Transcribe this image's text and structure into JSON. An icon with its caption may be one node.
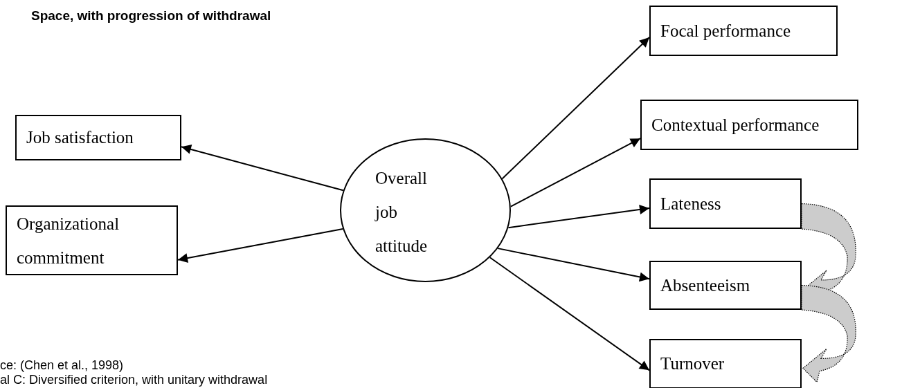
{
  "diagram": {
    "title": "Space, with progression of withdrawal",
    "nodes": [
      {
        "text": [
          "Focal performance"
        ]
      },
      {
        "text": [
          "Contextual performance"
        ]
      },
      {
        "text": [
          "Job satisfaction"
        ]
      },
      {
        "text": [
          "Overall job attitude"
        ]
      },
      {
        "text": [
          "Organizational commitment"
        ]
      },
      {
        "text": [
          "Lateness"
        ]
      },
      {
        "text": [
          "Absenteeism"
        ]
      },
      {
        "text": [
          "Turnover"
        ]
      }
    ],
    "edges": [
      {
        "from": 3,
        "to": 0,
        "arrow": "to"
      },
      {
        "from": 3,
        "to": 1,
        "arrow": "to"
      },
      {
        "from": 3,
        "to": 2,
        "arrow": "to"
      },
      {
        "from": 3,
        "to": 5,
        "arrow": "to"
      },
      {
        "from": 3,
        "to": 4,
        "arrow": "to"
      },
      {
        "from": 3,
        "to": 6,
        "arrow": "to"
      },
      {
        "from": 3,
        "to": 7,
        "arrow": "to"
      },
      {
        "from": 5,
        "to": 6,
        "arrow": "to",
        "style": "dashed",
        "color": "#cccccc"
      },
      {
        "from": 6,
        "to": 7,
        "arrow": "to",
        "style": "dashed",
        "color": "#cccccc"
      }
    ],
    "labels": [
      "ce: (Chen et al., 1998)",
      "al C: Diversified criterion, with unitary withdrawal"
    ]
  }
}
